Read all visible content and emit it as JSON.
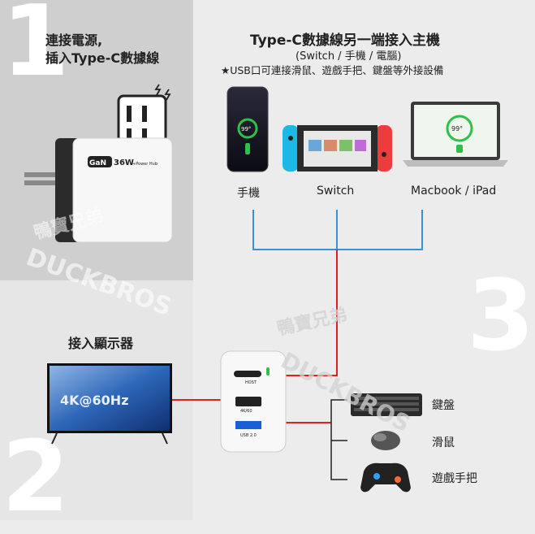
{
  "step1": {
    "number": "1",
    "title_line1": "連接電源,",
    "title_line2": "插入Type-C數據線"
  },
  "step2": {
    "number": "2",
    "title": "接入顯示器",
    "tv_text": "4K@60Hz"
  },
  "step3": {
    "number": "3",
    "title": "Type-C數據線另一端接入主機",
    "subtitle": "(Switch / 手機 / 電腦)",
    "note": "★USB口可連接滑鼠、遊戲手把、鍵盤等外接設備",
    "devices": [
      {
        "label": "手機",
        "charge": "99°",
        "icon": "phone-icon"
      },
      {
        "label": "Switch",
        "icon": "switch-icon"
      },
      {
        "label": "Macbook / iPad",
        "charge": "99°",
        "icon": "laptop-icon"
      }
    ],
    "peripherals": [
      {
        "label": "鍵盤",
        "icon": "keyboard-icon"
      },
      {
        "label": "滑鼠",
        "icon": "mouse-icon"
      },
      {
        "label": "遊戲手把",
        "icon": "gamepad-icon"
      }
    ]
  },
  "charger": {
    "brand": "GaN",
    "power": "36W",
    "model": "+Power Hub"
  },
  "hub": {
    "port1": "HOST",
    "port2": "4K/60",
    "port3": "USB 2.0"
  },
  "watermark": {
    "cn": "鴨寶兄弟",
    "en": "DUCKBROS"
  },
  "colors": {
    "red": "#e02020",
    "blue": "#3f8fd6",
    "green": "#2ec04a"
  }
}
